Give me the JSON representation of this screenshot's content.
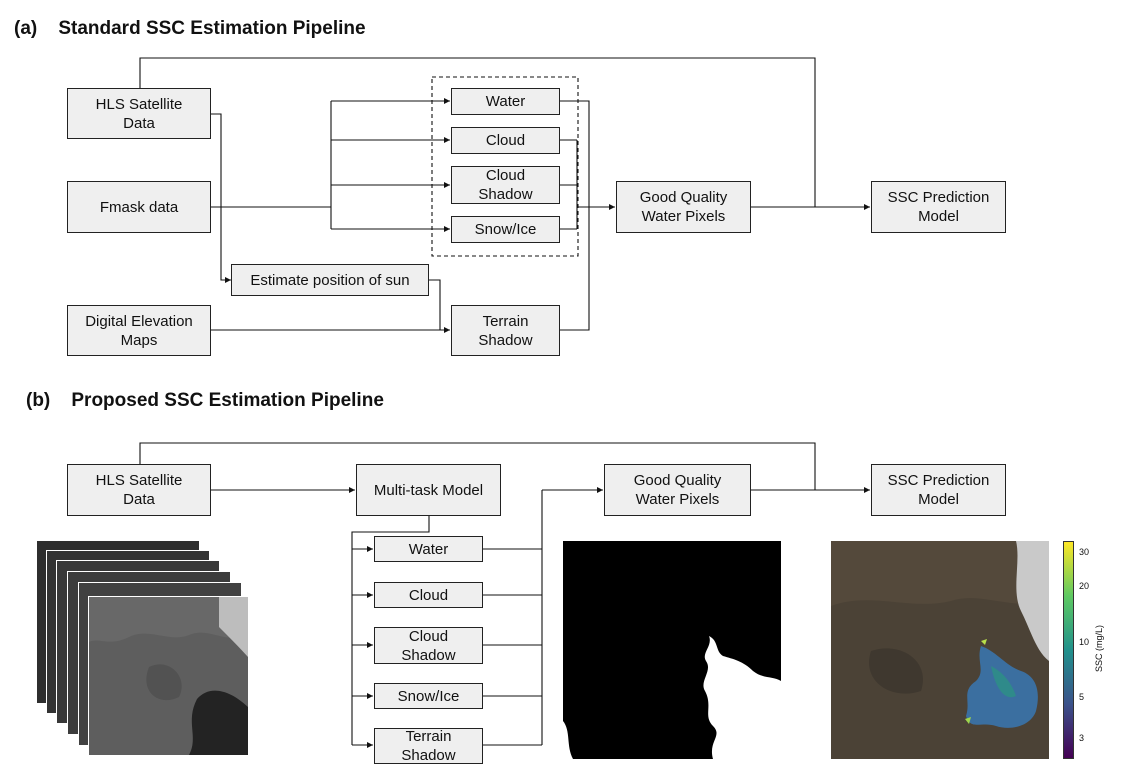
{
  "panel_a": {
    "title": "(a)    Standard SSC Estimation Pipeline",
    "hls": [
      "HLS Satellite",
      "Data"
    ],
    "fmask": "Fmask data",
    "dem": [
      "Digital Elevation",
      "Maps"
    ],
    "sun": "Estimate position of sun",
    "water": "Water",
    "cloud": "Cloud",
    "cloud_shadow": [
      "Cloud",
      "Shadow"
    ],
    "snow": "Snow/Ice",
    "terrain": [
      "Terrain",
      "Shadow"
    ],
    "good": [
      "Good Quality",
      "Water Pixels"
    ],
    "ssc": [
      "SSC Prediction",
      "Model"
    ]
  },
  "panel_b": {
    "title": "(b)    Proposed SSC Estimation Pipeline",
    "hls": [
      "HLS Satellite",
      "Data"
    ],
    "multitask": "Multi-task Model",
    "water": "Water",
    "cloud": "Cloud",
    "cloud_shadow": [
      "Cloud",
      "Shadow"
    ],
    "snow": "Snow/Ice",
    "terrain": [
      "Terrain",
      "Shadow"
    ],
    "good": [
      "Good Quality",
      "Water Pixels"
    ],
    "ssc": [
      "SSC Prediction",
      "Model"
    ]
  },
  "colorbar": {
    "label": "SSC (mg/L)",
    "ticks": [
      "30",
      "20",
      "10",
      "5",
      "3"
    ],
    "colors": [
      "#fde725",
      "#5ec962",
      "#21918c",
      "#3b528b",
      "#440154"
    ]
  }
}
